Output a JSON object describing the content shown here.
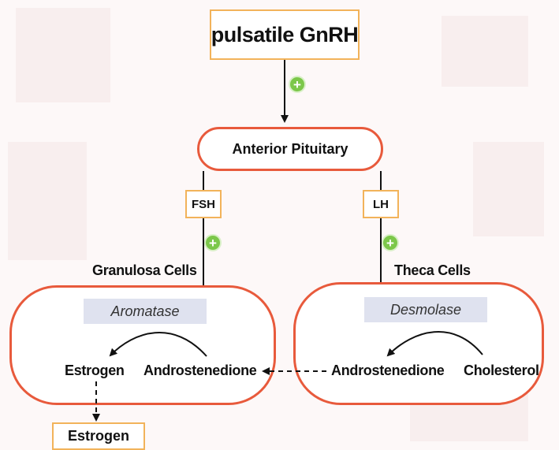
{
  "diagram": {
    "top_stimulus": "pulsatile GnRH",
    "pituitary": "Anterior Pituitary",
    "hormones": {
      "left": "FSH",
      "right": "LH"
    },
    "stimulation_symbol": "+",
    "cells": {
      "granulosa": {
        "label": "Granulosa Cells",
        "enzyme": "Aromatase",
        "product": "Estrogen",
        "substrate": "Androstenedione"
      },
      "theca": {
        "label": "Theca Cells",
        "enzyme": "Desmolase",
        "product": "Androstenedione",
        "substrate": "Cholesterol"
      }
    },
    "output": "Estrogen"
  },
  "colors": {
    "cell_border": "#e85a3c",
    "box_border": "#f2b35a",
    "plus_fill": "#7cc74a",
    "enzyme_fill": "#dfe2ef"
  }
}
